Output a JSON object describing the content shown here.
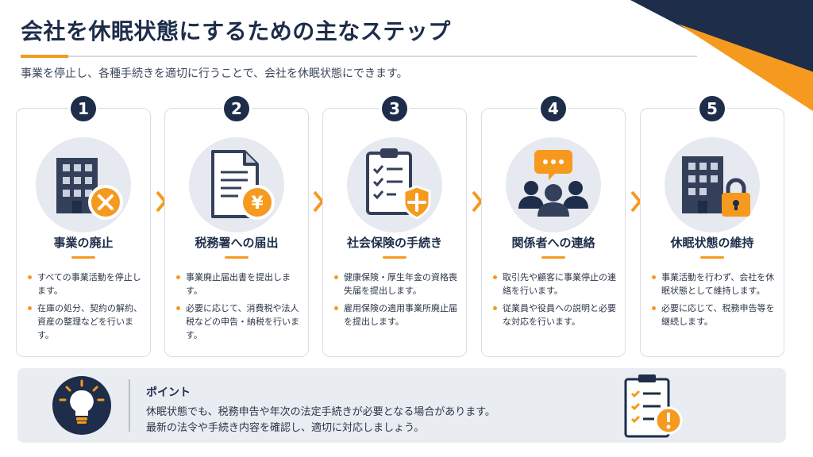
{
  "header": {
    "title": "会社を休眠状態にするための主なステップ",
    "subtitle": "事業を停止し、各種手続きを適切に行うことで、会社を休眠状態にできます。"
  },
  "colors": {
    "navy": "#1d2d4a",
    "orange": "#f59a1f",
    "panel": "#e9edf2"
  },
  "steps": [
    {
      "number": "1",
      "icon": "building-with-cancel-icon",
      "title": "事業の廃止",
      "bullets": [
        "すべての事業活動を停止します。",
        "在庫の処分、契約の解約、資産の整理などを行います。"
      ]
    },
    {
      "number": "2",
      "icon": "document-yen-icon",
      "title": "税務署への届出",
      "bullets": [
        "事業廃止届出書を提出します。",
        "必要に応じて、消費税や法人税などの申告・納税を行います。"
      ]
    },
    {
      "number": "3",
      "icon": "clipboard-shield-icon",
      "title": "社会保険の手続き",
      "bullets": [
        "健康保険・厚生年金の資格喪失届を提出します。",
        "雇用保険の適用事業所廃止届を提出します。"
      ]
    },
    {
      "number": "4",
      "icon": "people-chat-icon",
      "title": "関係者への連絡",
      "bullets": [
        "取引先や顧客に事業停止の連絡を行います。",
        "従業員や役員への説明と必要な対応を行います。"
      ]
    },
    {
      "number": "5",
      "icon": "building-lock-icon",
      "title": "休眠状態の維持",
      "bullets": [
        "事業活動を行わず、会社を休眠状態として維持します。",
        "必要に応じて、税務申告等を継続します。"
      ]
    }
  ],
  "point": {
    "title": "ポイント",
    "lines": [
      "休眠状態でも、税務申告や年次の法定手続きが必要となる場合があります。",
      "最新の法令や手続き内容を確認し、適切に対応しましょう。"
    ],
    "icons": [
      "lightbulb-icon",
      "checklist-warning-icon"
    ]
  }
}
